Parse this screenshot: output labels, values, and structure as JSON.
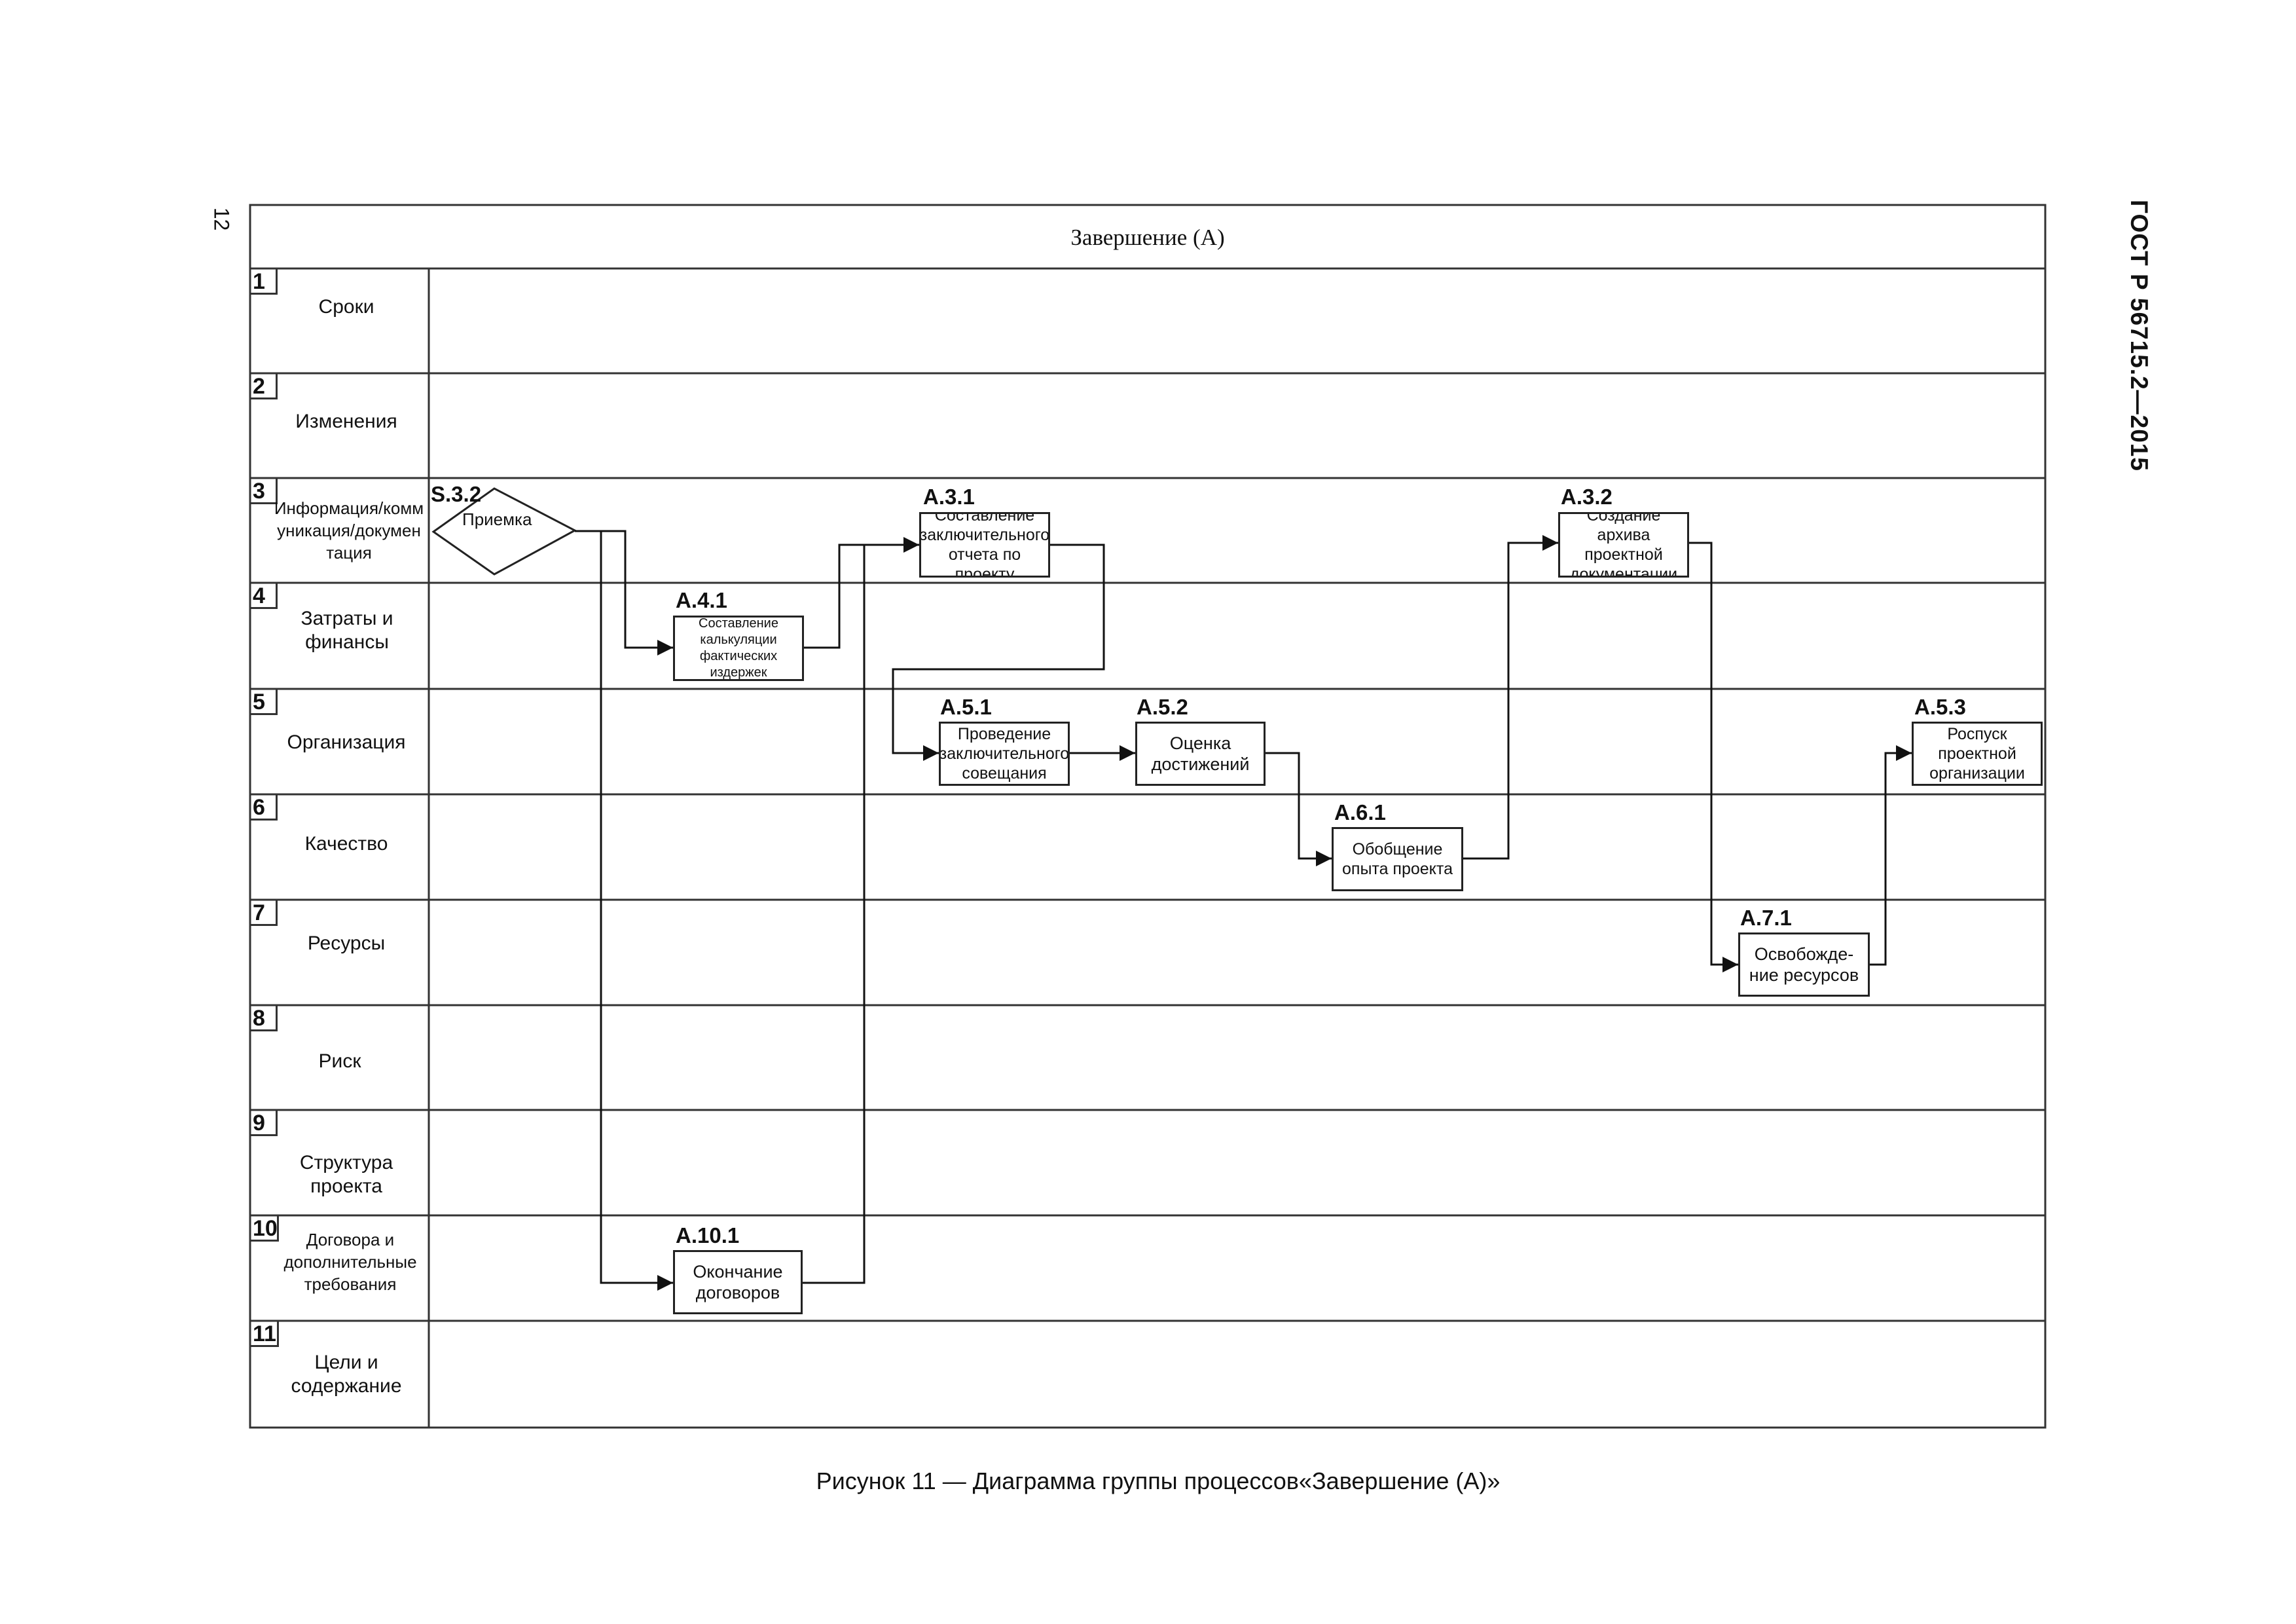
{
  "page": {
    "page_number": "12",
    "document_code": "ГОСТ Р 56715.2—2015",
    "caption": "Рисунок 11 — Диаграмма группы процессов«Завершение (А)»"
  },
  "diagram": {
    "title": "Завершение (А)",
    "lanes": [
      {
        "number": "1",
        "name": "Сроки"
      },
      {
        "number": "2",
        "name": "Изменения"
      },
      {
        "number": "3",
        "name": "Информация/комм уникация/докумен тация"
      },
      {
        "number": "4",
        "name": "Затраты и финансы"
      },
      {
        "number": "5",
        "name": "Организация"
      },
      {
        "number": "6",
        "name": "Качество"
      },
      {
        "number": "7",
        "name": "Ресурсы"
      },
      {
        "number": "8",
        "name": "Риск"
      },
      {
        "number": "9",
        "name": "Структура проекта"
      },
      {
        "number": "10",
        "name": "Договора и дополнительные требования"
      },
      {
        "number": "11",
        "name": "Цели и содержание"
      }
    ],
    "decision": {
      "id": "S.3.2",
      "label": "Приемка"
    },
    "processes": [
      {
        "id": "A.3.1",
        "label": "Составление заключительного отчета по проекту"
      },
      {
        "id": "A.3.2",
        "label": "Создание архива проектной документации"
      },
      {
        "id": "A.4.1",
        "label": "Составление калькуляции фактических издержек"
      },
      {
        "id": "A.5.1",
        "label": "Проведение заключительного совещания"
      },
      {
        "id": "A.5.2",
        "label": "Оценка достижений"
      },
      {
        "id": "A.5.3",
        "label": "Роспуск проектной организации"
      },
      {
        "id": "A.6.1",
        "label": "Обобщение опыта проекта"
      },
      {
        "id": "A.7.1",
        "label": "Освобожде- ние ресурсов"
      },
      {
        "id": "A.10.1",
        "label": "Окончание договоров"
      }
    ]
  }
}
